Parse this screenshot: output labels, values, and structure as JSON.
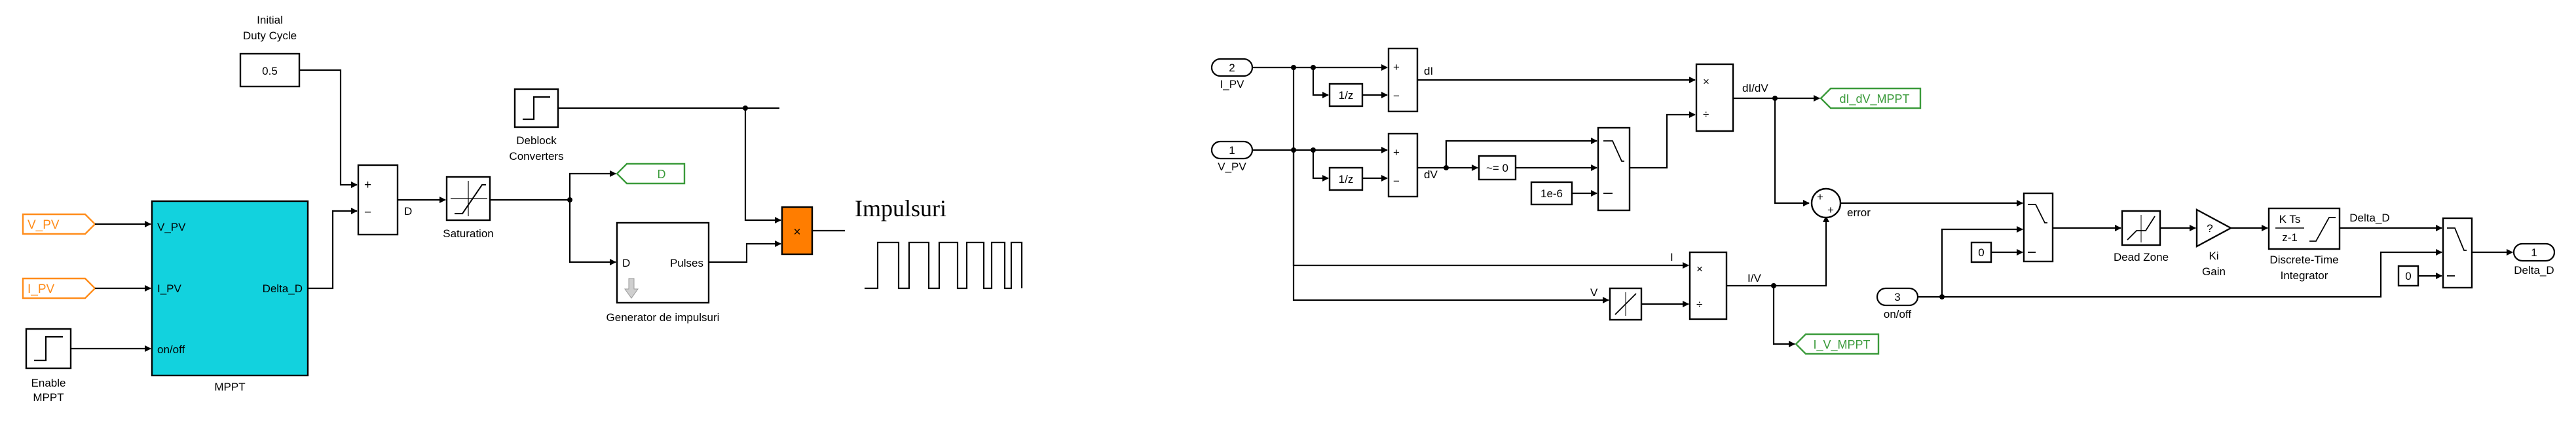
{
  "left": {
    "duty_title_1": "Initial",
    "duty_title_2": "Duty Cycle",
    "duty_value": "0.5",
    "vpv_tag": "V_PV",
    "ipv_tag": "I_PV",
    "enable_1": "Enable",
    "enable_2": "MPPT",
    "mppt_in_vpv": "V_PV",
    "mppt_in_ipv": "I_PV",
    "mppt_in_onoff": "on/off",
    "mppt_out": "Delta_D",
    "mppt_name": "MPPT",
    "sum_plus": "+",
    "sum_minus": "−",
    "d_label": "D",
    "saturation": "Saturation",
    "deblock_1": "Deblock",
    "deblock_2": "Converters",
    "goto_d": "D",
    "gen_in": "D",
    "gen_out": "Pulses",
    "gen_name": "Generator de impulsuri",
    "impulsuri": "Impulsuri",
    "product_sign": "×"
  },
  "right": {
    "in2_num": "2",
    "in2_name": "I_PV",
    "in1_num": "1",
    "in1_name": "V_PV",
    "in3_num": "3",
    "in3_name": "on/off",
    "out1_num": "1",
    "out1_name": "Delta_D",
    "delay": "1/z",
    "plus": "+",
    "minus": "−",
    "di": "dI",
    "dv": "dV",
    "ne0": "~= 0",
    "eps": "1e-6",
    "divide_times": "×",
    "divide_div": "÷",
    "didv": "dI/dV",
    "goto_didv": "dI_dV_MPPT",
    "i_lbl": "I",
    "v_lbl": "V",
    "iv": "I/V",
    "goto_iv": "I_V_MPPT",
    "error": "error",
    "zero": "0",
    "dead_zone": "Dead Zone",
    "gain": "?",
    "ki_1": "Ki",
    "ki_2": "Gain",
    "int_num": "K Ts",
    "int_den": "z-1",
    "int_1": "Discrete-Time",
    "int_2": "Integrator",
    "delta_d": "Delta_D"
  }
}
